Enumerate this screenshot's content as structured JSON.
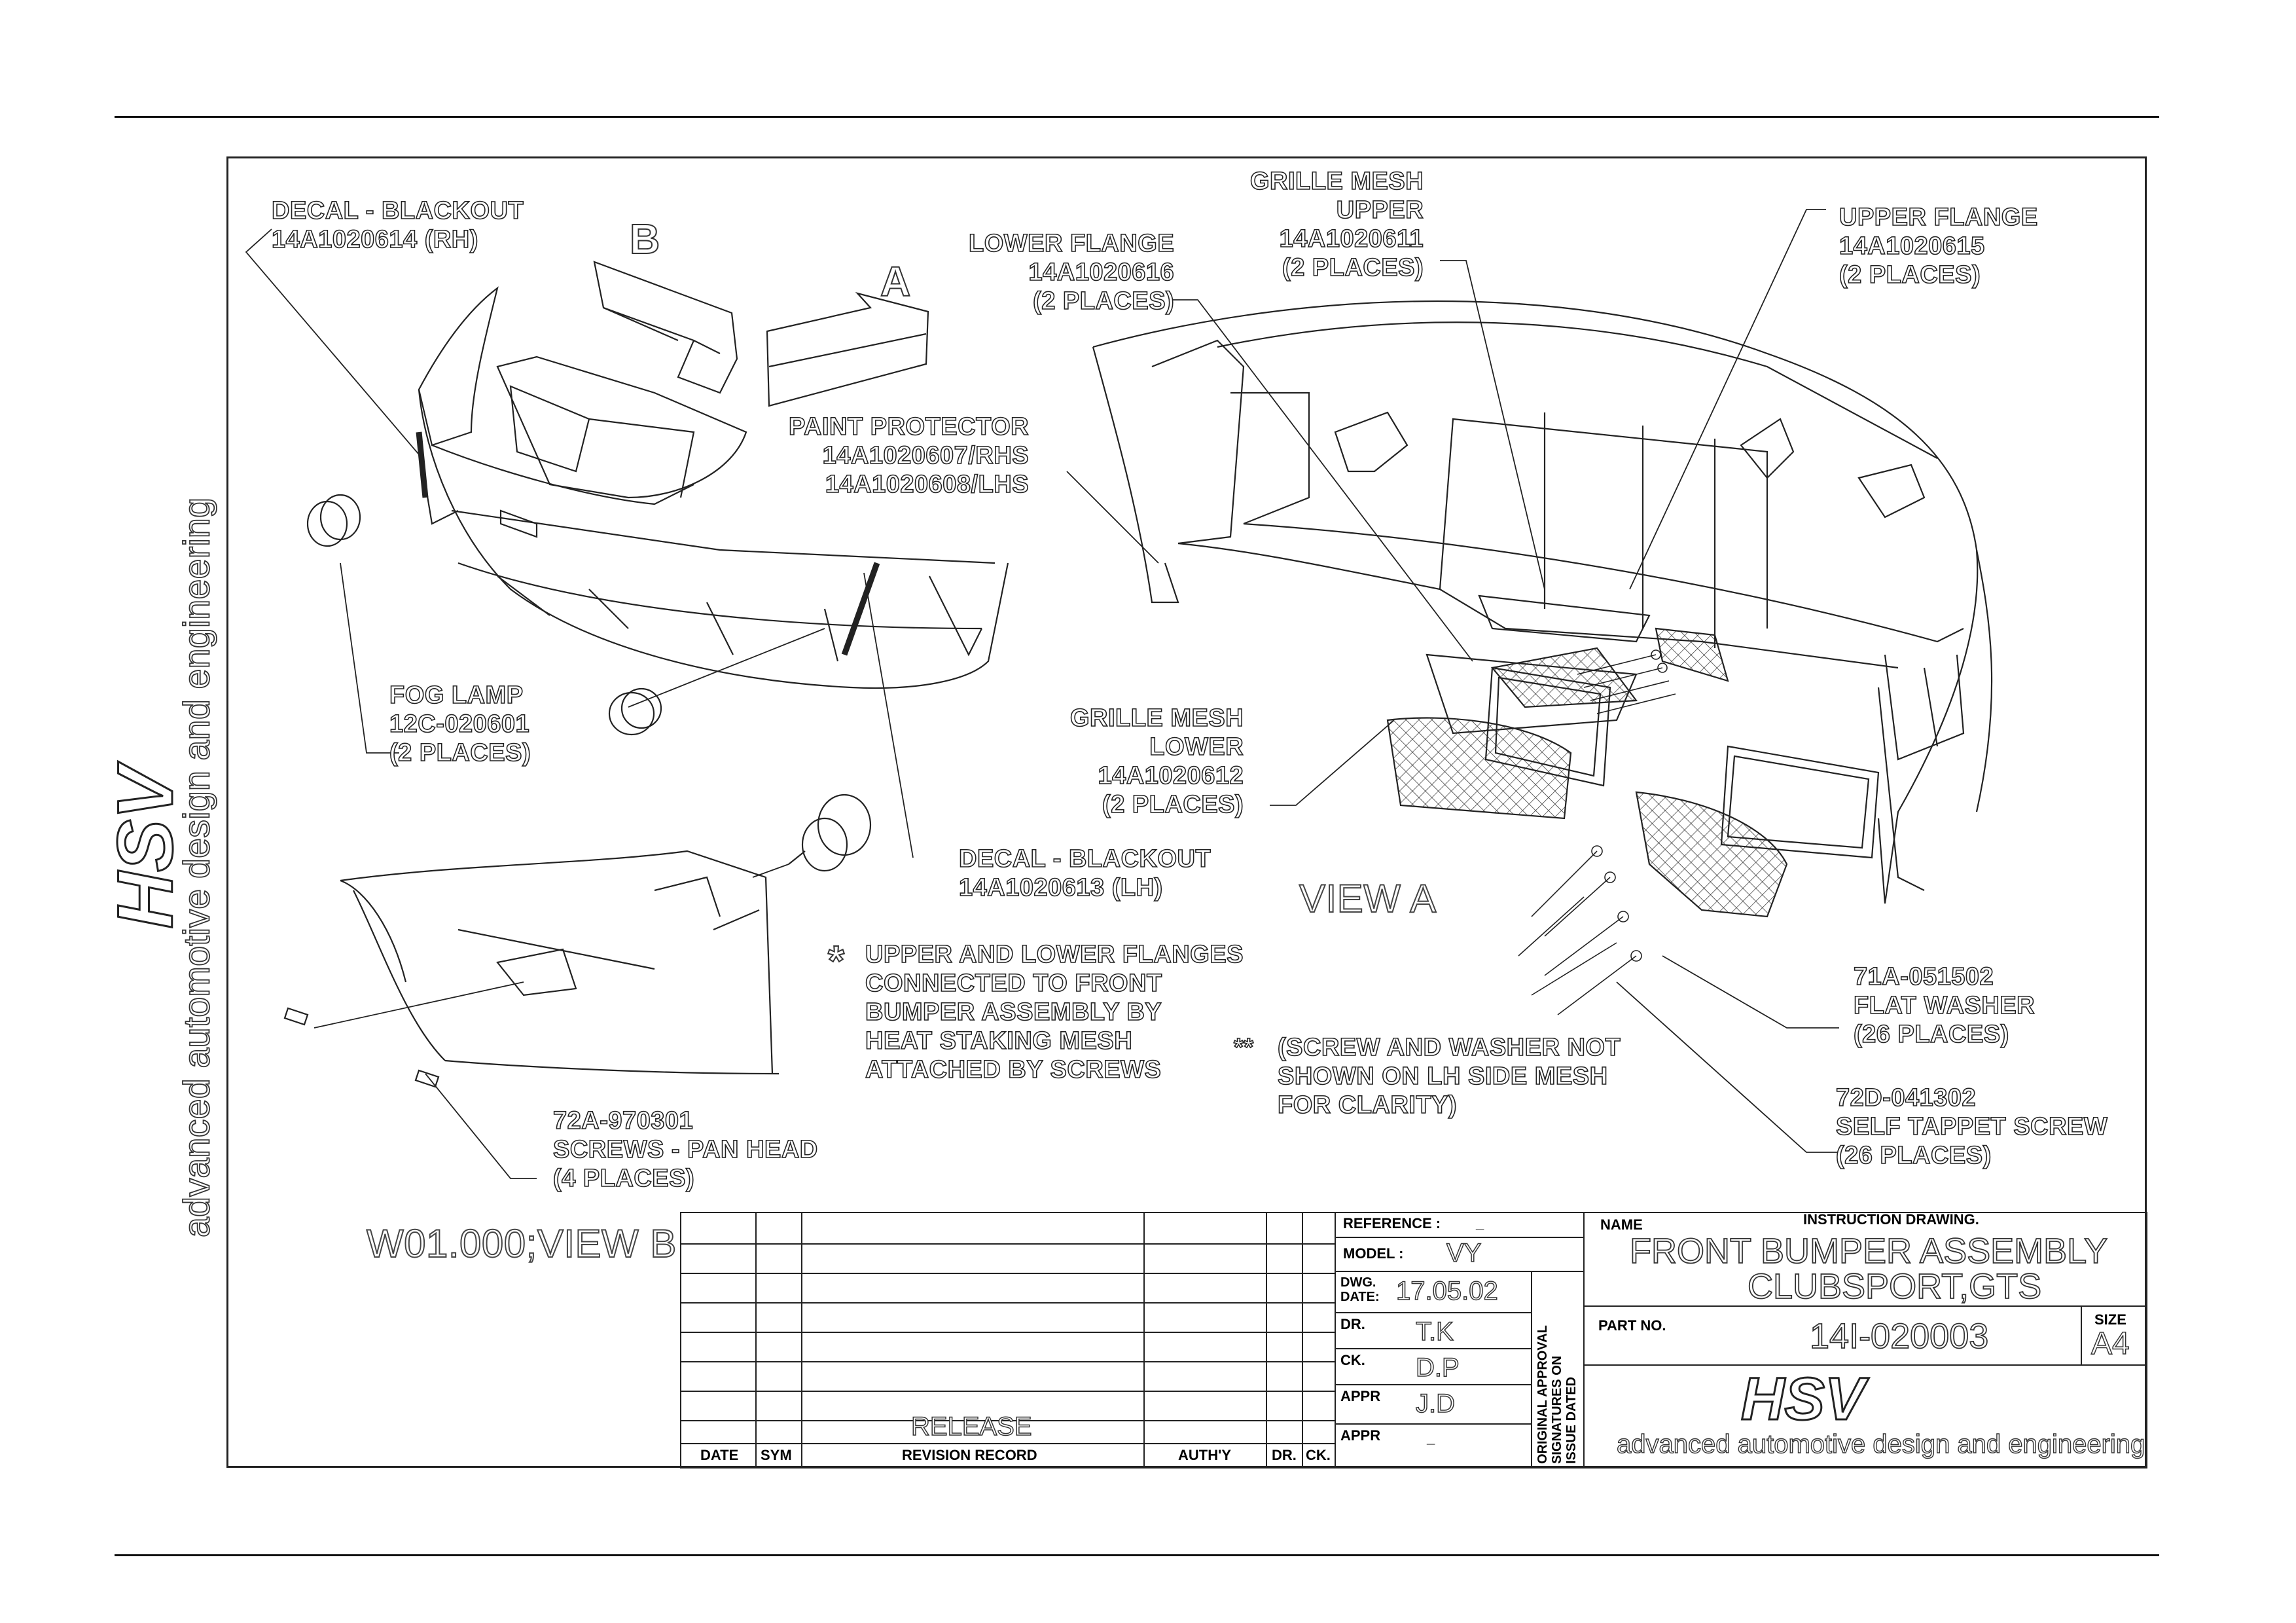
{
  "labels": {
    "decal_rh": "DECAL - BLACKOUT\n14A1020614 (RH)",
    "view_b_marker": "B",
    "view_a_marker": "A",
    "lower_flange": "LOWER FLANGE\n14A1020616\n(2 PLACES)",
    "grille_upper": "GRILLE MESH\nUPPER\n14A1020611\n(2 PLACES)",
    "upper_flange": "UPPER FLANGE\n14A1020615\n(2 PLACES)",
    "paint_protector": "PAINT PROTECTOR\n14A1020607/RHS\n14A1020608/LHS",
    "fog_lamp": "FOG LAMP\n12C-020601\n(2 PLACES)",
    "grille_lower": "GRILLE MESH\nLOWER\n14A1020612\n(2 PLACES)",
    "decal_lh": "DECAL - BLACKOUT\n14A1020613 (LH)",
    "view_a": "VIEW A",
    "note_star": "*",
    "note_flanges": "UPPER AND LOWER FLANGES\nCONNECTED TO FRONT\nBUMPER ASSEMBLY BY\nHEAT STAKING MESH\nATTACHED BY SCREWS",
    "note_double_star": "**",
    "note_screw": "(SCREW AND WASHER NOT\nSHOWN ON LH SIDE MESH\nFOR CLARITY)",
    "flat_washer": "71A-051502\nFLAT WASHER\n(26 PLACES)",
    "tappet_screw": "72D-041302\nSELF TAPPET SCREW\n(26 PLACES)",
    "pan_head": "72A-970301\nSCREWS - PAN HEAD\n(4 PLACES)",
    "view_b_caption": "W01.000;VIEW B"
  },
  "side_branding": {
    "logo": "HSV",
    "tagline": "advanced automotive design and engineering"
  },
  "title_block": {
    "revision_headers": [
      "DATE",
      "SYM",
      "REVISION RECORD",
      "AUTH'Y",
      "DR.",
      "CK."
    ],
    "release": "RELEASE",
    "reference_label": "REFERENCE :",
    "reference_value": "_",
    "model_label": "MODEL :",
    "model_value": "VY",
    "dwg_date_label": "DWG.\nDATE:",
    "dwg_date_value": "17.05.02",
    "dr_label": "DR.",
    "dr_value": "T.K",
    "ck_label": "CK.",
    "ck_value": "D.P",
    "appr_label": "APPR",
    "appr_value": "J.D",
    "appr2_label": "APPR",
    "appr2_value": "_",
    "signature_note": "ORIGINAL APPROVAL\nSIGNATURES ON\nISSUE DATED",
    "name_label": "NAME",
    "instruction": "INSTRUCTION DRAWING.",
    "title_line1": "FRONT BUMPER ASSEMBLY",
    "title_line2": "CLUBSPORT,GTS",
    "part_no_label": "PART NO.",
    "part_no_value": "14I-020003",
    "size_label": "SIZE",
    "size_value": "A4",
    "logo": "HSV",
    "tagline": "advanced automotive design and engineering"
  }
}
